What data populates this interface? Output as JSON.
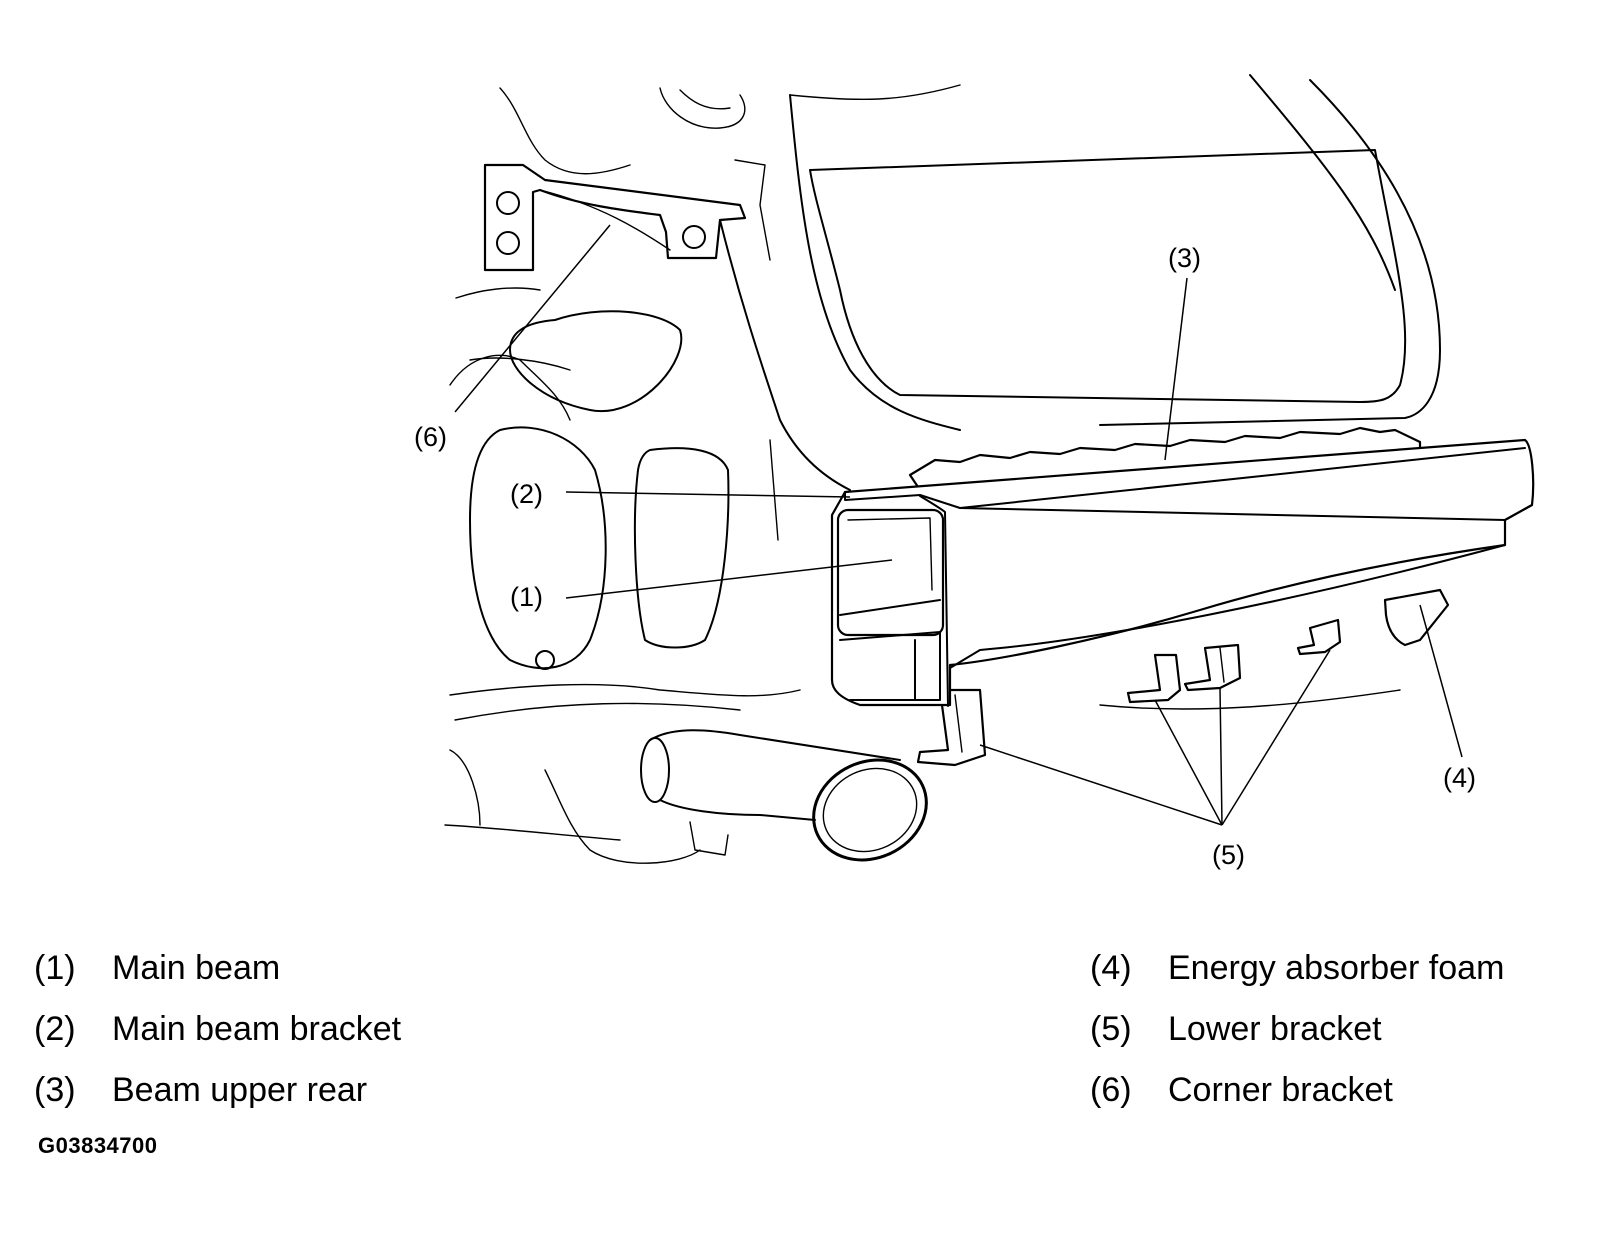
{
  "callouts": {
    "c1": "(1)",
    "c2": "(2)",
    "c3": "(3)",
    "c4": "(4)",
    "c5": "(5)",
    "c6": "(6)"
  },
  "legend": [
    {
      "num": "(1)",
      "label": "Main beam"
    },
    {
      "num": "(2)",
      "label": "Main beam bracket"
    },
    {
      "num": "(3)",
      "label": "Beam upper rear"
    },
    {
      "num": "(4)",
      "label": "Energy absorber foam"
    },
    {
      "num": "(5)",
      "label": "Lower bracket"
    },
    {
      "num": "(6)",
      "label": "Corner bracket"
    }
  ],
  "figure_id": "G03834700"
}
